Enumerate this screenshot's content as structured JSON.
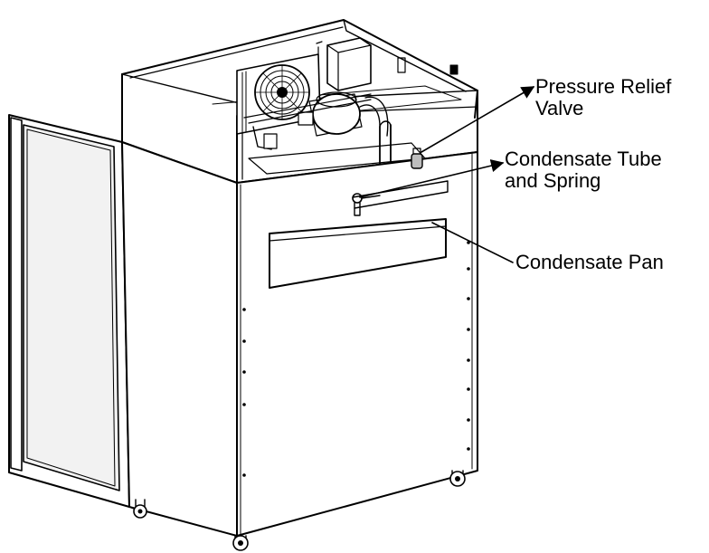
{
  "labels": {
    "pressure_relief_valve": [
      "Pressure Relief",
      "Valve"
    ],
    "condensate_tube_and_spring": [
      "Condensate Tube",
      "and Spring"
    ],
    "condensate_pan": [
      "Condensate Pan"
    ]
  },
  "colors": {
    "line": "#000000",
    "background": "#ffffff",
    "glass": "#f2f2f2",
    "shade": "#bdbdbd"
  },
  "icons": {
    "fan": "condenser-fan-icon",
    "compressor": "compressor-icon",
    "valve": "pressure-relief-valve-icon"
  }
}
